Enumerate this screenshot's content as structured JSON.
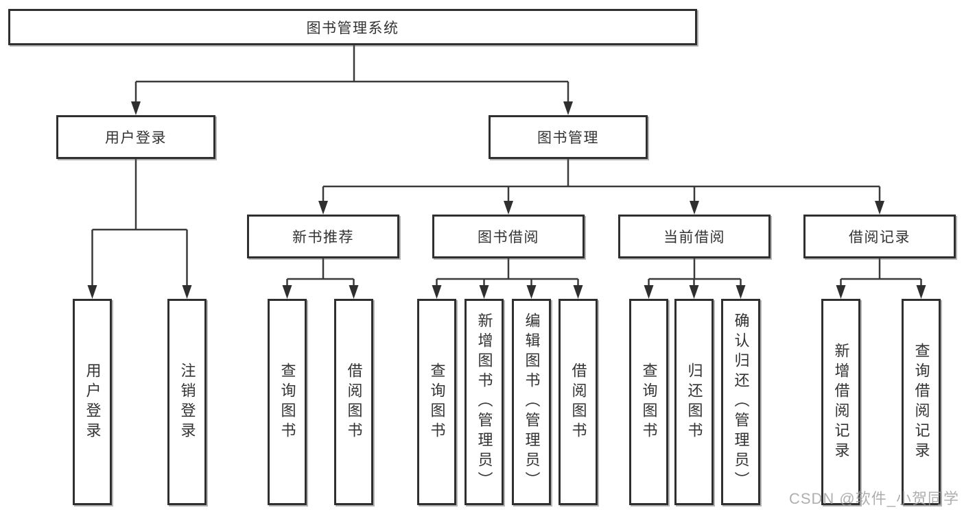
{
  "tree": {
    "label": "图书管理系统",
    "children": [
      {
        "label": "用户登录",
        "children": [
          {
            "label": "用户登录"
          },
          {
            "label": "注销登录"
          }
        ]
      },
      {
        "label": "图书管理",
        "children": [
          {
            "label": "新书推荐",
            "children": [
              {
                "label": "查询图书"
              },
              {
                "label": "借阅图书"
              }
            ]
          },
          {
            "label": "图书借阅",
            "children": [
              {
                "label": "查询图书"
              },
              {
                "label": "新增图书（管理员）"
              },
              {
                "label": "编辑图书（管理员）"
              },
              {
                "label": "借阅图书"
              }
            ]
          },
          {
            "label": "当前借阅",
            "children": [
              {
                "label": "查询图书"
              },
              {
                "label": "归还图书"
              },
              {
                "label": "确认归还（管理员）"
              }
            ]
          },
          {
            "label": "借阅记录",
            "children": [
              {
                "label": "新增借阅记录"
              },
              {
                "label": "查询借阅记录"
              }
            ]
          }
        ]
      }
    ]
  },
  "watermark": "CSDN @软件_小贺同学",
  "colors": {
    "line": "#3a3a3a",
    "border": "#2f2f2f",
    "text": "#333333",
    "watermark": "#9e9e9e"
  }
}
